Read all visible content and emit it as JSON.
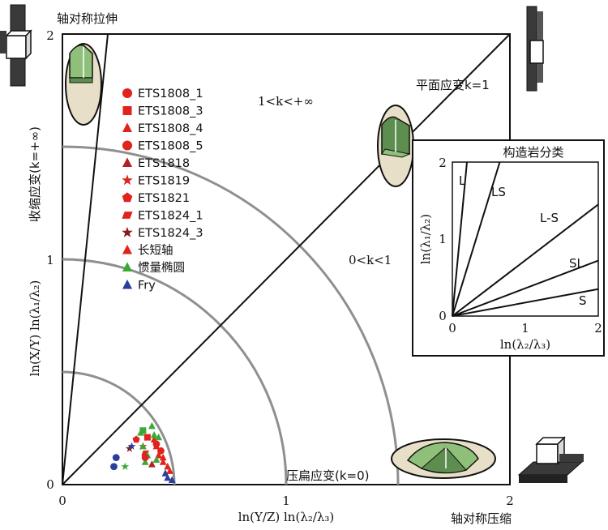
{
  "chart_data": {
    "type": "scatter",
    "title": "",
    "xlabel": "ln(Y/Z)  ln(λ₂/λ₃)",
    "ylabel": "ln(X/Y)  ln(λ₁/λ₂)",
    "xlim": [
      0,
      2
    ],
    "ylim": [
      0,
      2
    ],
    "x_ticks": [
      "0",
      "1",
      "2"
    ],
    "y_ticks": [
      "0",
      "1",
      "2"
    ],
    "corner_labels": {
      "top_left": "轴对称拉伸",
      "bottom_right": "轴对称压缩",
      "left_side": "收缩应变(k=+∞)",
      "k1_line": "平面应变k=1",
      "region_upper": "1<k<+∞",
      "region_lower": "0<k<1",
      "flattening": "压扁应变(k=0)"
    },
    "arcs_radii": [
      0.5,
      1.0,
      1.5
    ],
    "series": [
      {
        "name": "ETS1808_1",
        "marker": "circle",
        "color": "#e0231c",
        "points": [
          [
            0.42,
            0.18
          ]
        ]
      },
      {
        "name": "ETS1808_3",
        "marker": "square",
        "color": "#e0231c",
        "points": [
          [
            0.38,
            0.21
          ]
        ]
      },
      {
        "name": "ETS1808_4",
        "marker": "triangle",
        "color": "#e0231c",
        "points": [
          [
            0.45,
            0.12
          ]
        ]
      },
      {
        "name": "ETS1808_5",
        "marker": "circle",
        "color": "#e0231c",
        "points": [
          [
            0.44,
            0.15
          ]
        ]
      },
      {
        "name": "ETS1818",
        "marker": "triangle",
        "color": "#b22222",
        "points": [
          [
            0.4,
            0.09
          ]
        ]
      },
      {
        "name": "ETS1819",
        "marker": "star",
        "color": "#e0231c",
        "points": [
          [
            0.36,
            0.17
          ]
        ]
      },
      {
        "name": "ETS1821",
        "marker": "pentagon",
        "color": "#e0231c",
        "points": [
          [
            0.33,
            0.2
          ]
        ]
      },
      {
        "name": "ETS1824_1",
        "marker": "parallelogram",
        "color": "#e0231c",
        "points": [
          [
            0.37,
            0.14
          ]
        ]
      },
      {
        "name": "ETS1824_3",
        "marker": "star",
        "color": "#8b1a1a",
        "points": [
          [
            0.3,
            0.16
          ]
        ]
      },
      {
        "name": "长短轴",
        "marker": "triangle",
        "color": "#e0231c",
        "points": [
          [
            0.45,
            0.1
          ],
          [
            0.48,
            0.06
          ],
          [
            0.43,
            0.13
          ],
          [
            0.47,
            0.08
          ],
          [
            0.42,
            0.17
          ],
          [
            0.41,
            0.2
          ]
        ]
      },
      {
        "name": "惯量椭圆",
        "marker": "triangle",
        "color": "#3aa935",
        "points": [
          [
            0.35,
            0.23
          ],
          [
            0.4,
            0.26
          ],
          [
            0.41,
            0.22
          ],
          [
            0.38,
            0.13
          ],
          [
            0.37,
            0.1
          ],
          [
            0.43,
            0.21
          ],
          [
            0.36,
            0.17
          ]
        ]
      },
      {
        "name": "Fry",
        "marker": "triangle",
        "color": "#2b3e9a",
        "points": [
          [
            0.49,
            0.02
          ],
          [
            0.47,
            0.03
          ],
          [
            0.46,
            0.05
          ]
        ]
      }
    ],
    "extra_points": [
      {
        "marker": "circle",
        "color": "#2b3e9a",
        "x": 0.24,
        "y": 0.12
      },
      {
        "marker": "circle",
        "color": "#2b3e9a",
        "x": 0.23,
        "y": 0.08
      },
      {
        "marker": "star",
        "color": "#2b3e9a",
        "x": 0.31,
        "y": 0.17
      },
      {
        "marker": "square",
        "color": "#3aa935",
        "x": 0.36,
        "y": 0.24
      },
      {
        "marker": "star",
        "color": "#3aa935",
        "x": 0.28,
        "y": 0.08
      },
      {
        "marker": "triangle",
        "color": "#3aa935",
        "x": 0.42,
        "y": 0.11
      },
      {
        "marker": "circle",
        "color": "#e0231c",
        "x": 0.37,
        "y": 0.12
      }
    ],
    "legend_placement": "left-upper",
    "inset": {
      "title": "构造岩分类",
      "xlabel": "ln(λ₂/λ₃)",
      "ylabel": "ln(λ₁/λ₂)",
      "xlim": [
        0,
        2
      ],
      "ylim": [
        0,
        2
      ],
      "x_ticks": [
        "0",
        "1",
        "2"
      ],
      "y_ticks": [
        "0",
        "1",
        "2"
      ],
      "region_labels": [
        "L",
        "LS",
        "L-S",
        "SL",
        "S"
      ]
    }
  }
}
